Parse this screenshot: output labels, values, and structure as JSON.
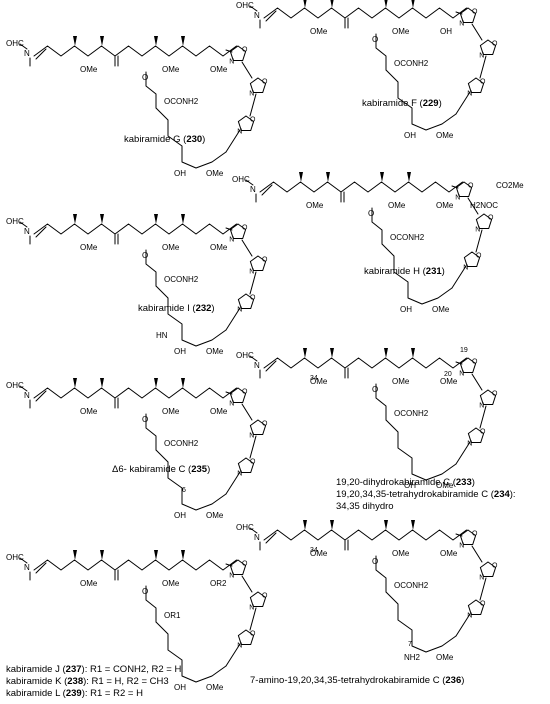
{
  "labels": {
    "formyl": "OHC",
    "n": "N",
    "ome": "OMe",
    "oh": "OH",
    "o": "O",
    "ocon": "OCONH2",
    "co2me": "CO2Me",
    "h2nocon": "H2NOC",
    "nh2": "NH2",
    "hn": "HN",
    "r1": "OR1",
    "r2": "OR2",
    "num6": "6",
    "num7": "7",
    "num19": "19",
    "num20": "20",
    "num34": "34"
  },
  "compounds": [
    {
      "id": "G",
      "name": "kabiramide G (",
      "number": "230",
      "tail": ")"
    },
    {
      "id": "F",
      "name": "kabiramide F (",
      "number": "229",
      "tail": ")"
    },
    {
      "id": "I",
      "name": "kabiramide I (",
      "number": "232",
      "tail": ")"
    },
    {
      "id": "H",
      "name": "kabiramide H (",
      "number": "231",
      "tail": ")"
    },
    {
      "id": "C235",
      "prefix": "Δ6- ",
      "name": "kabiramide C (",
      "number": "235",
      "tail": ")"
    },
    {
      "id": "C233",
      "name": "19,20-dihydrokabiramide C (",
      "number": "233",
      "tail": ")"
    },
    {
      "id": "C234",
      "name": "19,20,34,35-tetrahydrokabiramide C (",
      "number": "234",
      "tail": "):"
    },
    {
      "id": "C234b",
      "name": "34,35 dihydro"
    },
    {
      "id": "J",
      "name": "kabiramide J (",
      "number": "237",
      "tail": "): R1 = CONH2, R2 = H"
    },
    {
      "id": "K",
      "name": "kabiramide K (",
      "number": "238",
      "tail": "): R1 = H, R2 = CH3"
    },
    {
      "id": "L",
      "name": "kabiramide L (",
      "number": "239",
      "tail": "): R1 = R2 = H"
    },
    {
      "id": "C236",
      "name": "7-amino-19,20,34,35-tetrahydrokabiramide C (",
      "number": "236",
      "tail": ")"
    }
  ]
}
